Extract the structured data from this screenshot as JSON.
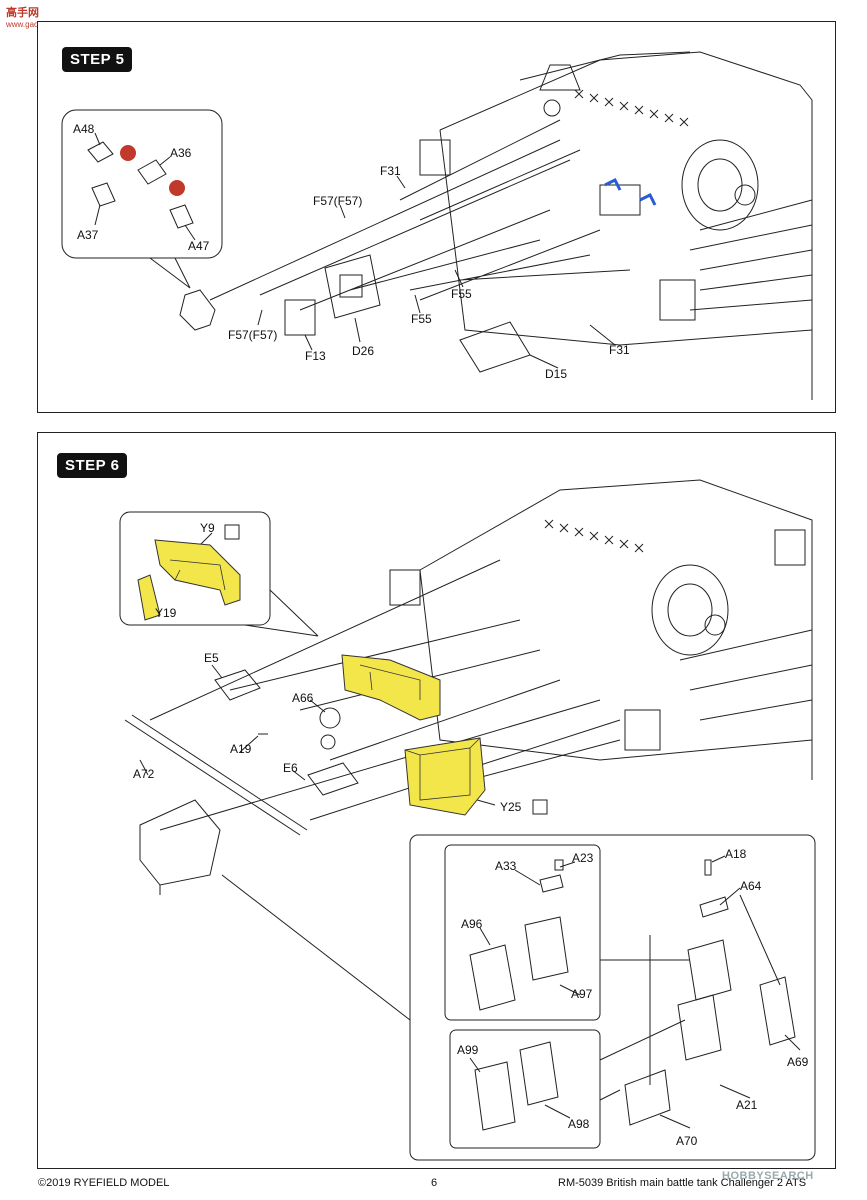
{
  "site_logo": {
    "text": "高手网",
    "sub": "www.gaoshou.com"
  },
  "step5": {
    "title": "STEP 5",
    "labels": {
      "a48": "A48",
      "a36": "A36",
      "a37": "A37",
      "a47": "A47",
      "f31_top": "F31",
      "f57_top": "F57(F57)",
      "f57_bottom": "F57(F57)",
      "f13": "F13",
      "d26": "D26",
      "f55_a": "F55",
      "f55_b": "F55",
      "f31_right": "F31",
      "d15": "D15"
    }
  },
  "step6": {
    "title": "STEP 6",
    "labels": {
      "y9": "Y9",
      "y19": "Y19",
      "e5": "E5",
      "a66": "A66",
      "a19": "A19",
      "a72": "A72",
      "e6": "E6",
      "y25": "Y25",
      "a23": "A23",
      "a33": "A33",
      "a96": "A96",
      "a97": "A97",
      "a18": "A18",
      "a64": "A64",
      "a99": "A99",
      "a98": "A98",
      "a69": "A69",
      "a21": "A21",
      "a70": "A70"
    }
  },
  "footer": {
    "copyright": "©2019 RYEFIELD MODEL",
    "page": "6",
    "product": "RM-5039 British main battle tank Challenger 2 ATS"
  },
  "watermark": "HOBBYSEARCH",
  "colors": {
    "photo_etch_highlight": "#f2e64b",
    "blue_parts": "#2a5bd7",
    "no_glue": "#c0392b"
  }
}
